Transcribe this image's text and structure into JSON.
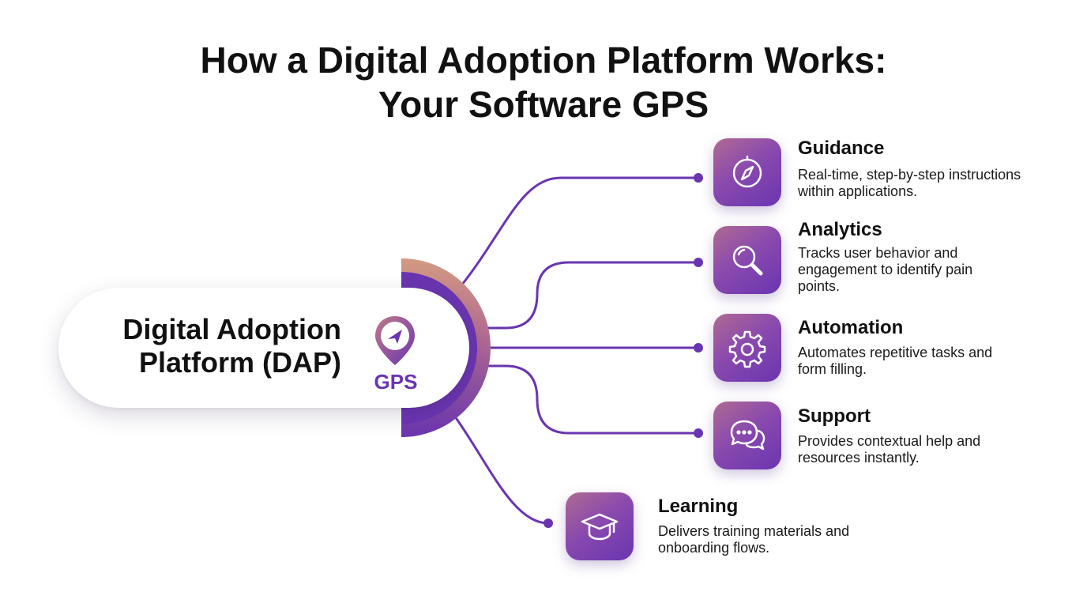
{
  "title": {
    "line1": "How a Digital Adoption Platform Works:",
    "line2": "Your Software GPS"
  },
  "hub": {
    "label_line1": "Digital Adoption",
    "label_line2": "Platform (DAP)",
    "badge": "GPS",
    "icon": "location-pin-navigation-icon"
  },
  "features": [
    {
      "title": "Guidance",
      "description": "Real-time, step-by-step instructions within applications.",
      "icon": "compass-icon"
    },
    {
      "title": "Analytics",
      "description": "Tracks user behavior and engagement to identify pain points.",
      "icon": "magnifier-icon"
    },
    {
      "title": "Automation",
      "description": "Automates repetitive tasks and form filling.",
      "icon": "gear-icon"
    },
    {
      "title": "Support",
      "description": "Provides contextual help and resources instantly.",
      "icon": "chat-bubbles-icon"
    },
    {
      "title": "Learning",
      "description": "Delivers training materials and onboarding flows.",
      "icon": "graduation-cap-icon"
    }
  ],
  "colors": {
    "accent_purple": "#6a35b0",
    "accent_rose": "#c07a8a",
    "text": "#111111"
  }
}
